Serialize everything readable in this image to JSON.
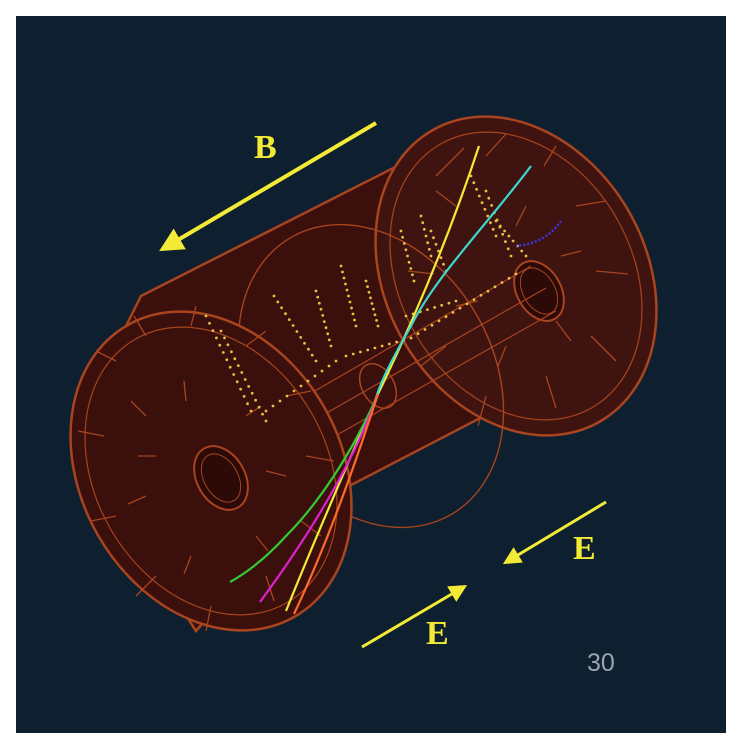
{
  "labels": {
    "field_b": "B",
    "field_e_right": "E",
    "field_e_bottom": "E"
  },
  "page_number": "30",
  "colors": {
    "background": "#0e1f2f",
    "detector_fill": "#3a0f0c",
    "detector_line": "#a8441e",
    "arrow": "#f2ea36",
    "track_yellow": "#f2ea36",
    "track_cyan": "#3fd6d0",
    "track_green": "#33cc33",
    "track_magenta": "#e020d0",
    "track_orange": "#ff6a2a",
    "track_blue": "#3838ff",
    "hit_points": "#e8c040"
  }
}
